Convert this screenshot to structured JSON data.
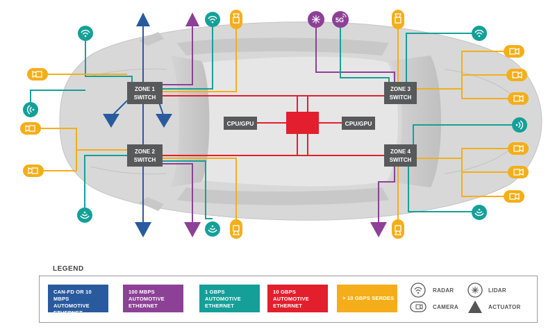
{
  "switches": {
    "zone1": [
      "ZONE 1",
      "SWITCH"
    ],
    "zone2": [
      "ZONE 2",
      "SWITCH"
    ],
    "zone3": [
      "ZONE 3",
      "SWITCH"
    ],
    "zone4": [
      "ZONE 4",
      "SWITCH"
    ]
  },
  "cpu_left": "CPU/GPU",
  "cpu_right": "CPU/GPU",
  "badge_5g": "5G",
  "legend": {
    "title": "LEGEND",
    "items": [
      {
        "lines": [
          "CAN-FD OR 10 MBPS",
          "AUTOMOTIVE",
          "ETHERNET"
        ],
        "color": "#2a5a9e"
      },
      {
        "lines": [
          "100 MBPS",
          "AUTOMOTIVE",
          "ETHERNET"
        ],
        "color": "#8c4196"
      },
      {
        "lines": [
          "1 GBPS",
          "AUTOMOTIVE",
          "ETHERNET"
        ],
        "color": "#14a098"
      },
      {
        "lines": [
          "10 GBPS",
          "AUTOMOTIVE",
          "ETHERNET"
        ],
        "color": "#e31e2d"
      },
      {
        "lines": [
          "> 10 GBPS SERDES"
        ],
        "color": "#f4ae1a"
      }
    ],
    "symbols": {
      "radar": "RADAR",
      "camera": "CAMERA",
      "lidar": "LIDAR",
      "actuator": "ACTUATOR"
    }
  },
  "colors": {
    "can_fd": "#2a5a9e",
    "mbps100": "#8c4196",
    "gbps1": "#14a098",
    "gbps10": "#e31e2d",
    "serdes": "#f4ae1a",
    "switch_box": "#58595b",
    "car_body": "#d9d9d9"
  }
}
